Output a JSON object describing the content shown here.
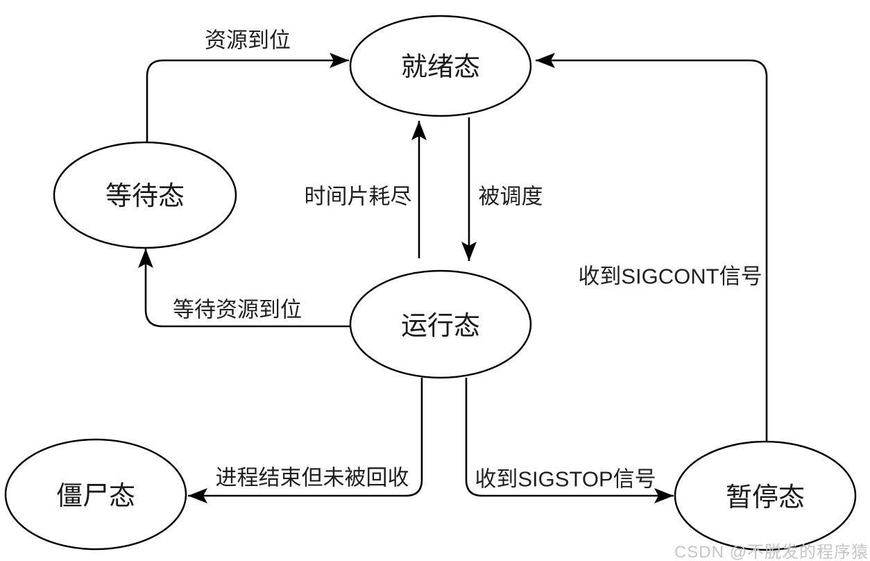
{
  "diagram": {
    "type": "state-transition-diagram",
    "topic": "process states",
    "nodes": {
      "ready": {
        "label": "就绪态"
      },
      "waiting": {
        "label": "等待态"
      },
      "running": {
        "label": "运行态"
      },
      "zombie": {
        "label": "僵尸态"
      },
      "paused": {
        "label": "暂停态"
      }
    },
    "edges": {
      "waiting_to_ready": {
        "from": "等待态",
        "to": "就绪态",
        "label": "资源到位"
      },
      "running_to_ready": {
        "from": "运行态",
        "to": "就绪态",
        "label": "时间片耗尽"
      },
      "ready_to_running": {
        "from": "就绪态",
        "to": "运行态",
        "label": "被调度"
      },
      "running_to_waiting": {
        "from": "运行态",
        "to": "等待态",
        "label": "等待资源到位"
      },
      "paused_to_ready": {
        "from": "暂停态",
        "to": "就绪态",
        "label": "收到SIGCONT信号"
      },
      "running_to_zombie": {
        "from": "运行态",
        "to": "僵尸态",
        "label": "进程结束但未被回收"
      },
      "running_to_paused": {
        "from": "运行态",
        "to": "暂停态",
        "label": "收到SIGSTOP信号"
      }
    },
    "colors": {
      "stroke": "#000000",
      "text": "#1a1a1a",
      "background": "#ffffff",
      "watermark": "#c5c5c9"
    },
    "watermark": "CSDN @不脱发的程序猿"
  }
}
